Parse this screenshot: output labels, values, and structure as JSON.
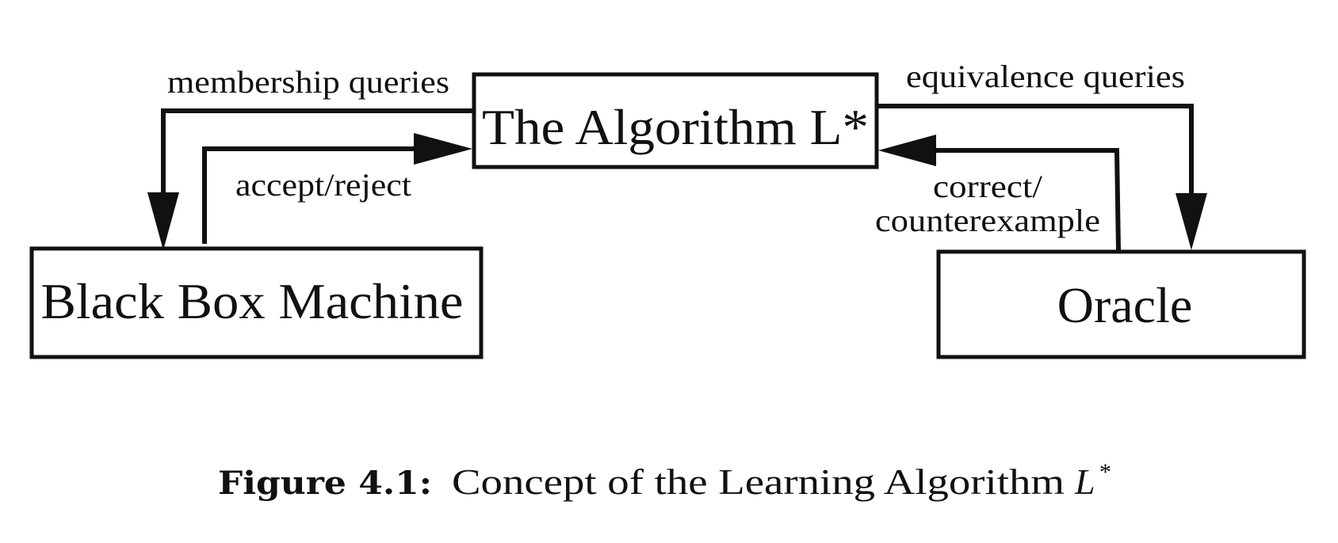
{
  "diagram": {
    "nodes": {
      "algorithm": {
        "label": "The Algorithm L*"
      },
      "black_box": {
        "label": "Black Box Machine"
      },
      "oracle": {
        "label": "Oracle"
      }
    },
    "edges": {
      "membership": {
        "label": "membership queries",
        "from": "algorithm",
        "to": "black_box"
      },
      "accept_reject": {
        "label": "accept/reject",
        "from": "black_box",
        "to": "algorithm"
      },
      "equivalence": {
        "label": "equivalence queries",
        "from": "algorithm",
        "to": "oracle"
      },
      "counterexample": {
        "label_line1": "correct/",
        "label_line2": "counterexample",
        "from": "oracle",
        "to": "algorithm"
      }
    }
  },
  "caption": {
    "prefix": "Figure 4.1:",
    "text": "Concept of the Learning Algorithm",
    "symbol": "L",
    "superscript": "*"
  }
}
